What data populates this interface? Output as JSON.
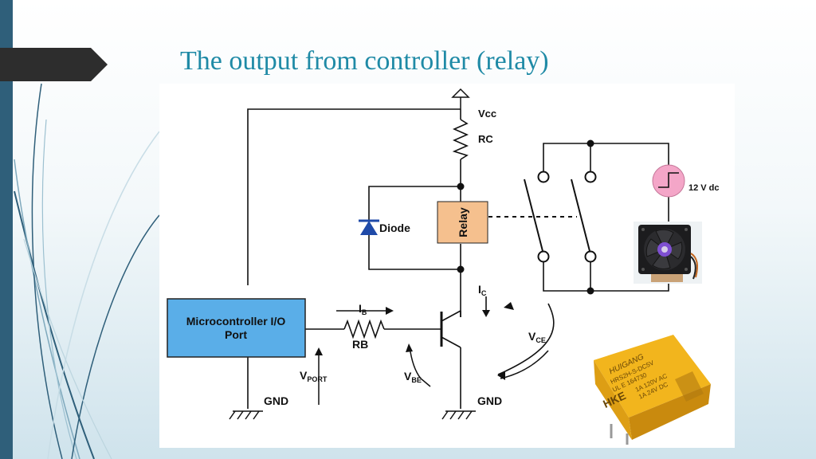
{
  "slide": {
    "title": "The output from controller (relay)",
    "accent_color": "#1f8aa6",
    "bar_color": "#2f5f7a",
    "tab_color": "#2d2d2d"
  },
  "diagram": {
    "labels": {
      "vcc": "Vcc",
      "rc": "RC",
      "diode": "Diode",
      "relay": "Relay",
      "supply": "12 V dc",
      "ic_main": "I",
      "ic_sub": "C",
      "ib_main": "I",
      "ib_sub": "B",
      "rb": "RB",
      "vce_main": "V",
      "vce_sub": "CE",
      "vbe_main": "V",
      "vbe_sub": "BE",
      "vport_main": "V",
      "vport_sub": "PORT",
      "mcu_line1": "Microcontroller I/O",
      "mcu_line2": "Port",
      "gnd_left": "GND",
      "gnd_right": "GND"
    },
    "colors": {
      "mcu_fill": "#5aaee8",
      "relay_fill": "#f5c08e",
      "source_fill": "#f4a6c8",
      "diode_fill": "#1f4aa8",
      "wire": "#111111"
    },
    "photos": {
      "fan": "fan-photo-icon",
      "relay": "relay-module-photo-icon"
    },
    "relay_photo_text": {
      "line1": "HUIGANG",
      "line2": "HRS2H-S-DC5V",
      "line3": "UL E 164730",
      "line4": "1A 120V AC",
      "line5": "1A 24V DC",
      "brand": "HKE"
    }
  }
}
